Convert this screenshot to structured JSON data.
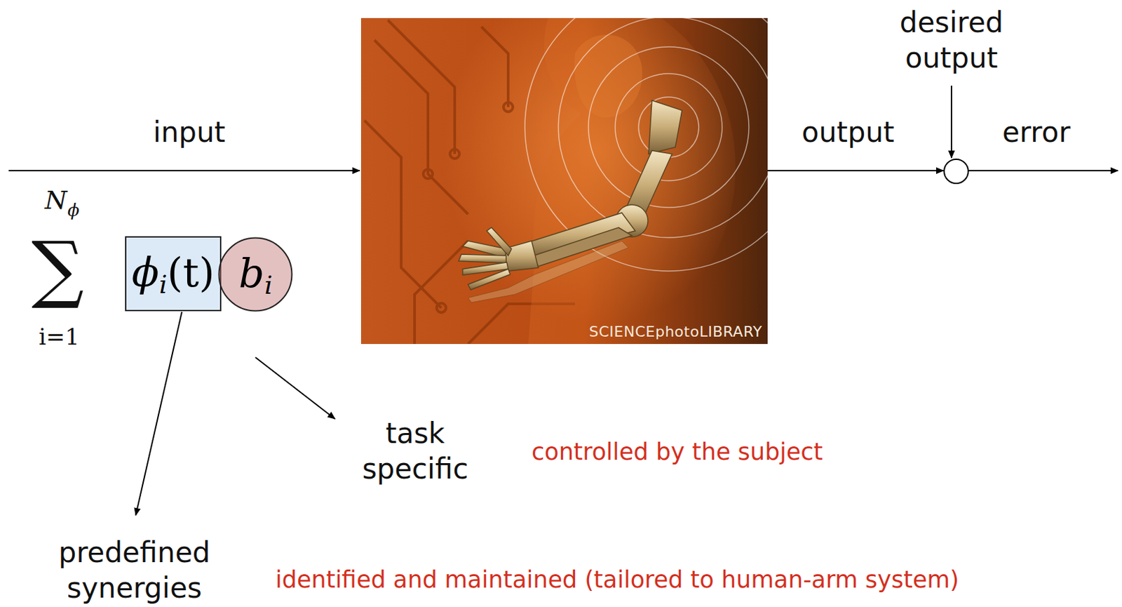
{
  "diagram": {
    "nodes": [
      {
        "text": [
          "SCIENCEphotoLIBRARY"
        ]
      },
      {
        "text": [
          "ϕ",
          "i",
          "(t)"
        ]
      },
      {
        "text": [
          "b",
          "i"
        ]
      }
    ],
    "labels": [
      "input",
      "output",
      "desired output",
      "error",
      "∑",
      "N",
      "ϕ",
      "i=1",
      "task specific",
      "controlled by the subject",
      "predefined synergies",
      "identified and maintained (tailored to human-arm system)"
    ]
  }
}
